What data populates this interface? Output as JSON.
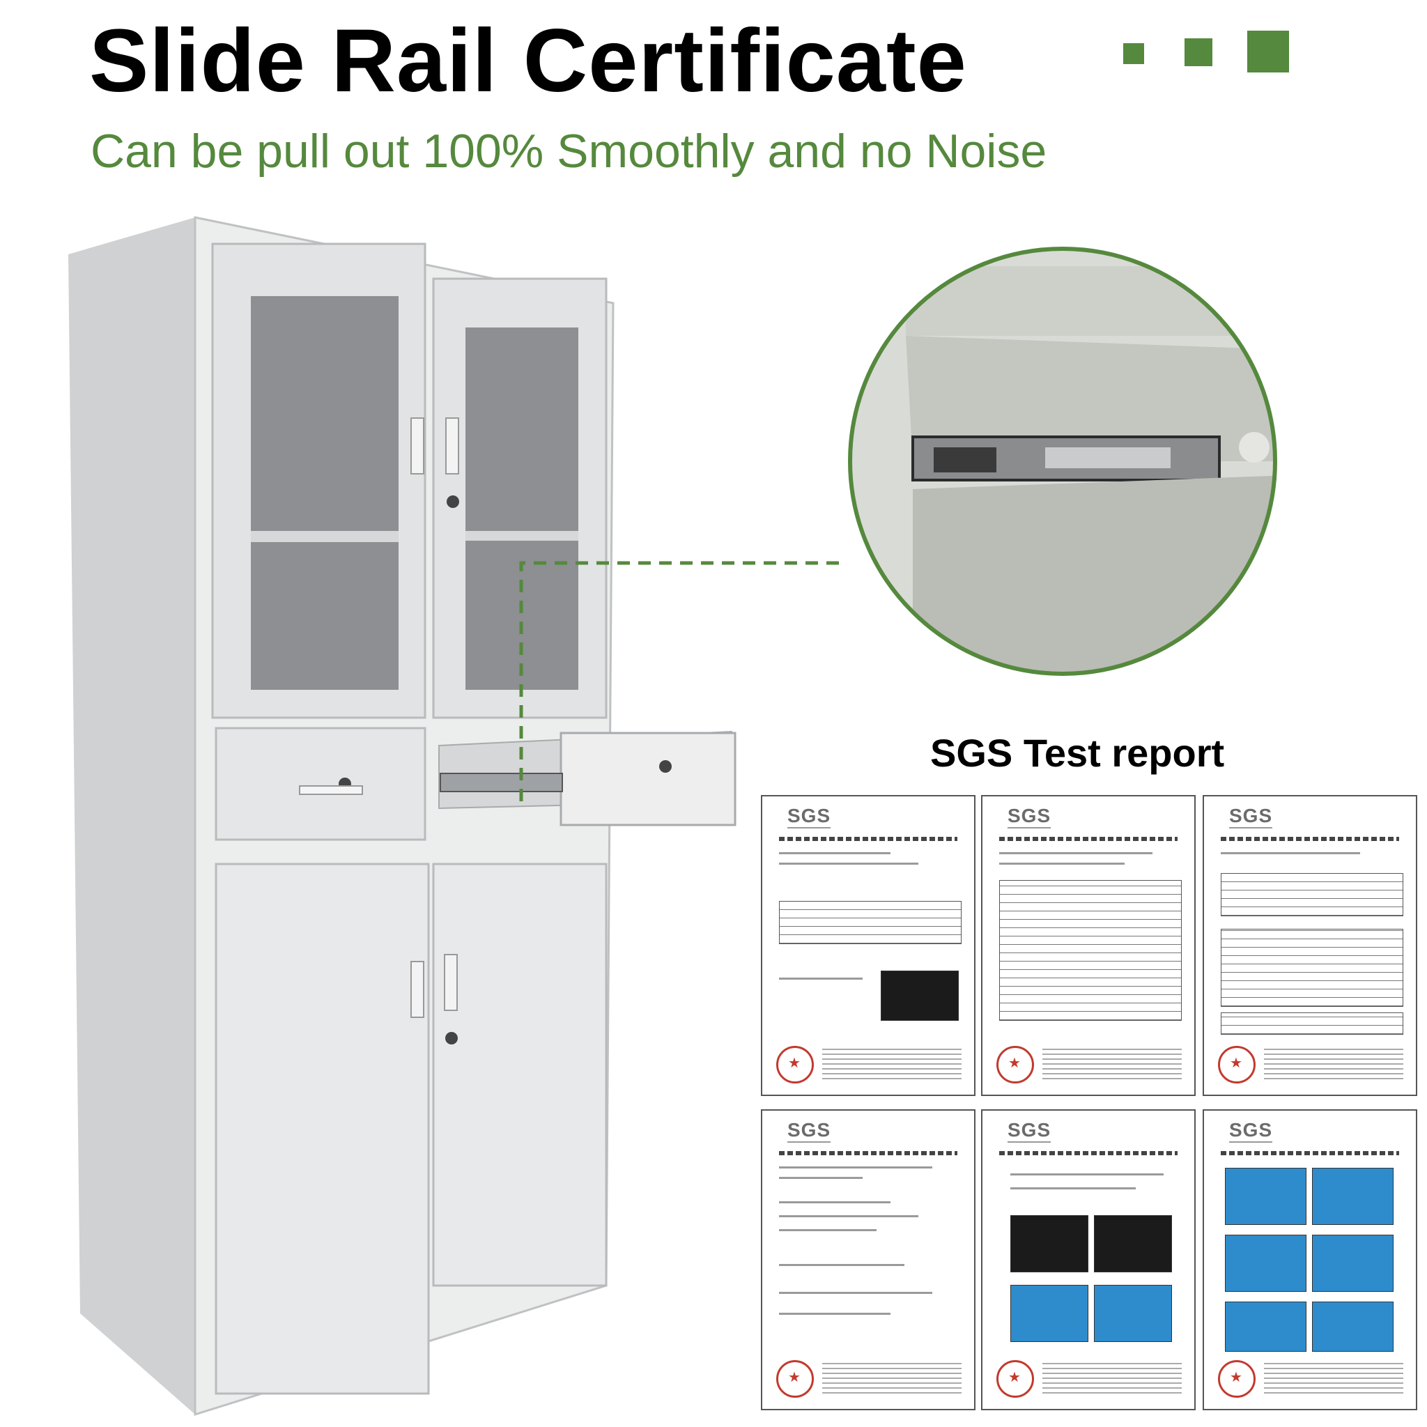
{
  "header": {
    "title": "Slide Rail Certificate",
    "subtitle": "Can be pull out 100%  Smoothly and no Noise"
  },
  "report_section": {
    "title": "SGS Test report",
    "pages": [
      {
        "logo": "SGS"
      },
      {
        "logo": "SGS"
      },
      {
        "logo": "SGS"
      },
      {
        "logo": "SGS"
      },
      {
        "logo": "SGS"
      },
      {
        "logo": "SGS"
      }
    ]
  },
  "colors": {
    "accent": "#55893d",
    "cabinet": "#e9eaec",
    "stamp": "#c23a2e"
  }
}
